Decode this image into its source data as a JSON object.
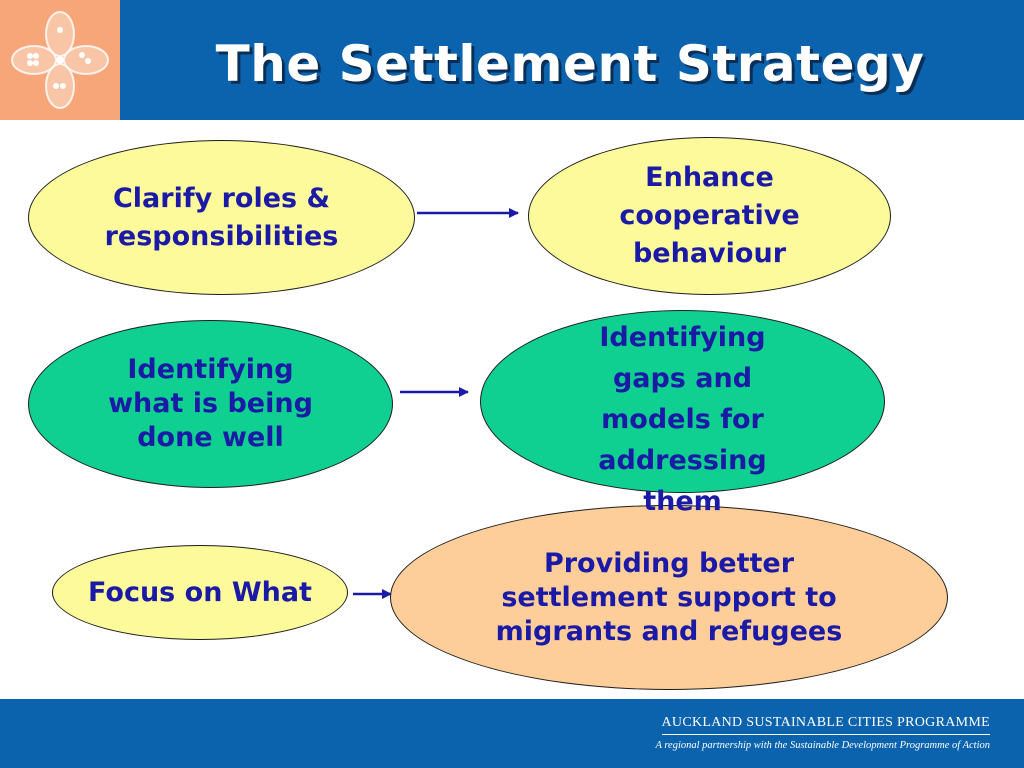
{
  "header": {
    "title": "The Settlement Strategy"
  },
  "diagram": {
    "nodes": [
      {
        "id": "clarify",
        "label": "Clarify roles & responsibilities"
      },
      {
        "id": "enhance",
        "label": "Enhance cooperative behaviour"
      },
      {
        "id": "identifying-well",
        "label": "Identifying what is being done well"
      },
      {
        "id": "identifying-gaps",
        "label": "Identifying gaps and models for addressing them"
      },
      {
        "id": "focus",
        "label": "Focus on What"
      },
      {
        "id": "providing",
        "label": "Providing better settlement support to migrants and refugees"
      }
    ]
  },
  "footer": {
    "title": "AUCKLAND SUSTAINABLE CITIES PROGRAMME",
    "subtitle": "A regional partnership with the Sustainable Development Programme of Action"
  },
  "colors": {
    "header_blue": "#0b63ad",
    "logo_peach": "#f6a678",
    "text_blue": "#1a1aa6",
    "yellow": "#fdfa9c",
    "green": "#0fcf91",
    "peach": "#fdcd9a"
  }
}
